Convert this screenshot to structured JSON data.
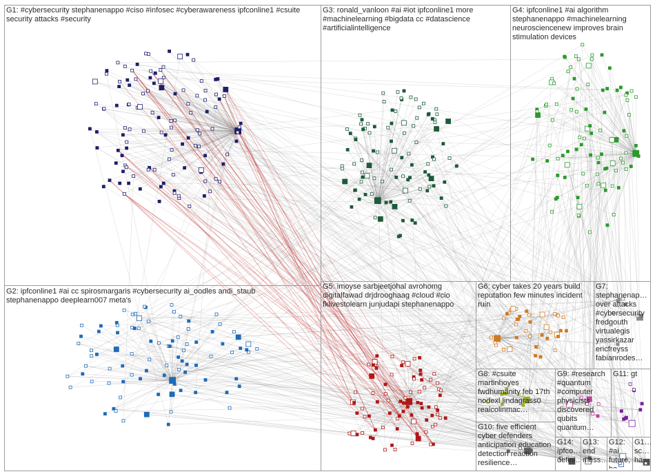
{
  "groups": [
    {
      "id": "G1",
      "label": "G1: #cybersecurity stephanenappo #ciso #infosec #cyberawareness ipfconline1 #csuite security attacks #security",
      "color": "#1f1f6b",
      "count": 120
    },
    {
      "id": "G2",
      "label": "G2: ipfconline1 #ai cc spirosmargaris #cybersecurity ai_oodles andi_staub stephanenappo deeplearn007 meta's",
      "color": "#1e6bb8",
      "count": 90
    },
    {
      "id": "G3",
      "label": "G3: ronald_vanloon #ai #iot ipfconline1 more #machinelearning #bigdata cc #datascience #artificialintelligence",
      "color": "#1d5a3a",
      "count": 100
    },
    {
      "id": "G4",
      "label": "G4: ipfconline1 #ai algorithm stephanenappo #machinelearning neurosciencenew improves brain stimulation devices",
      "color": "#2a9a2a",
      "count": 95
    },
    {
      "id": "G5",
      "label": "G5: imoyse sarbjeetjohal avrohomg digitalfawad drjdrooghaag #cloud #cio fklivestolearn junjudapi stephanenappo",
      "color": "#b01818",
      "count": 85
    },
    {
      "id": "G6",
      "label": "G6: cyber takes 20 years build reputation few minutes incident ruin",
      "color": "#d07a20",
      "count": 40
    },
    {
      "id": "G7",
      "label": "G7: stephanenap… over attacks #cybersecurity fredgouth virtualegis yassirkazar ericfreyss fabianrodes…",
      "color": "#8a8a8a",
      "count": 8
    },
    {
      "id": "G8",
      "label": "G8: #csuite martinhoyes fwdhumanity feb 17th nodexl lindagrass0 realcolinmac…",
      "color": "#9ab020",
      "count": 8
    },
    {
      "id": "G9",
      "label": "G9: #research #quantum #computer physicists discovered qubits quantum…",
      "color": "#c040a0",
      "count": 8
    },
    {
      "id": "G10",
      "label": "G10: five efficient cyber defenders anticipation education detection reaction resilience…",
      "color": "#606060",
      "count": 4
    },
    {
      "id": "G11",
      "label": "G11: gt",
      "color": "#7a20a0",
      "count": 10
    },
    {
      "id": "G12",
      "label": "G12: #ai future, ha…",
      "color": "#3060a0",
      "count": 3
    },
    {
      "id": "G13",
      "label": "G13: end mess…",
      "color": "#505050",
      "count": 2
    },
    {
      "id": "G14",
      "label": "G14: ipfco… defini…",
      "color": "#505050",
      "count": 2
    },
    {
      "id": "G15",
      "label": "G1… sc… ha…",
      "color": "#505050",
      "count": 2
    }
  ]
}
